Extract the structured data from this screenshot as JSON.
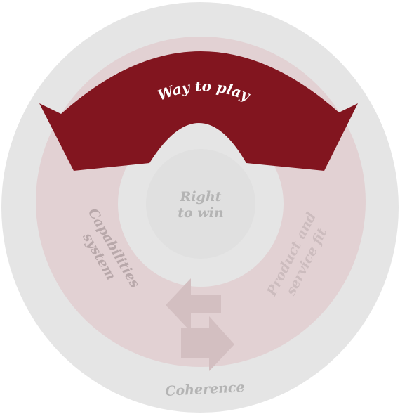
{
  "diagram": {
    "top_arc_label": "Way to play",
    "center_label_line1": "Right",
    "center_label_line2": "to win",
    "left_arc_label_line1": "Capabilities",
    "left_arc_label_line2": "system",
    "right_arc_label_line1": "Product and",
    "right_arc_label_line2": "service fit",
    "bottom_label": "Coherence"
  },
  "colors": {
    "outer_ring": "#e5e5e5",
    "pink_ring": "#e2d1d3",
    "inner_ring": "#e5e5e5",
    "center_circle": "#e0e0e0",
    "top_arc": "#82151f",
    "top_arc_text": "#ffffff",
    "muted_text": "#b4b4b4",
    "arc_text_on_pink": "#c9b8ba",
    "small_arrows": "#d3bfc1"
  }
}
